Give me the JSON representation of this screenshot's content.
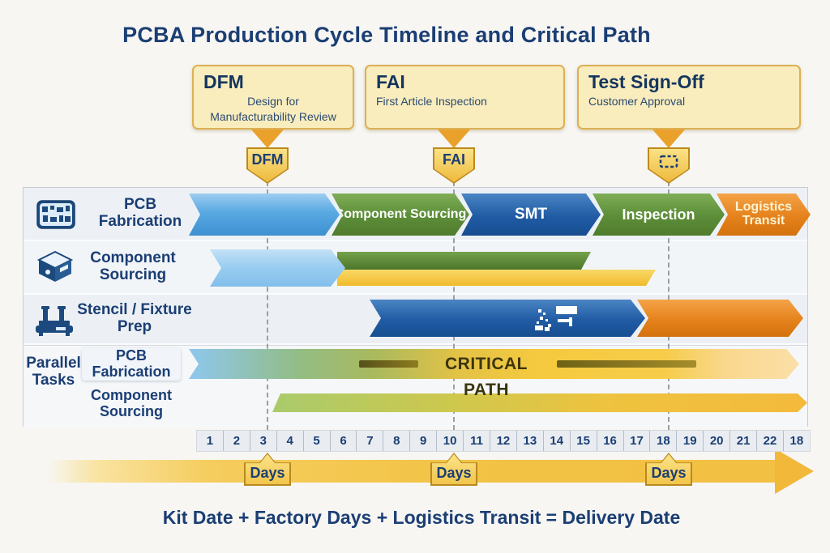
{
  "title": "PCBA Production Cycle Timeline and Critical Path",
  "callouts": [
    {
      "heading": "DFM",
      "body": "Design for Manufacturability Review"
    },
    {
      "heading": "FAI",
      "body": "First Article Inspection"
    },
    {
      "heading": "Test Sign-Off",
      "body": "Customer Approval"
    }
  ],
  "milestones": [
    {
      "label": "DFM",
      "at_day": "3"
    },
    {
      "label": "FAI",
      "at_day": "10"
    },
    {
      "label": "",
      "icon": "pcb-outline-icon",
      "at_day": "18"
    }
  ],
  "gantt": {
    "group_label": "Parallel Tasks",
    "rows": [
      {
        "label": "PCB Fabrication",
        "icon": "pcb-icon"
      },
      {
        "label": "Component Sourcing",
        "icon": "box-icon"
      },
      {
        "label": "Stencil / Fixture Prep",
        "icon": "machine-icon"
      },
      {
        "label": "PCB Fabrication"
      },
      {
        "label": "Component Sourcing"
      }
    ],
    "bar_labels": {
      "component_sourcing": "Component Sourcing",
      "smt": "SMT",
      "inspection": "Inspection",
      "logistics": "Logistics Transit",
      "critical_path": "CRITICAL PATH"
    },
    "bar_icons": {
      "row3": "paste-print-icon"
    }
  },
  "day_scale": [
    "1",
    "2",
    "3",
    "4",
    "5",
    "6",
    "7",
    "8",
    "9",
    "10",
    "11",
    "12",
    "13",
    "14",
    "15",
    "16",
    "17",
    "18",
    "19",
    "20",
    "21",
    "22",
    "18"
  ],
  "day_markers": [
    {
      "label": "Days"
    },
    {
      "label": "Days"
    },
    {
      "label": "Days"
    }
  ],
  "formula": "Kit Date + Factory Days + Logistics Transit = Delivery Date",
  "colors": {
    "navy": "#1b3e74",
    "callout_bg": "#f9edbd",
    "callout_border": "#dcb054",
    "badge_gold": "#eeb93c",
    "blue": "#58a8e2",
    "light_blue": "#97ccf0",
    "dark_blue": "#205ba4",
    "green": "#5e8f3a",
    "orange": "#e5821c",
    "yellow": "#f0ba2c",
    "critical_yellow": "#f6ca3e",
    "arrow_gold": "#f2c345"
  }
}
